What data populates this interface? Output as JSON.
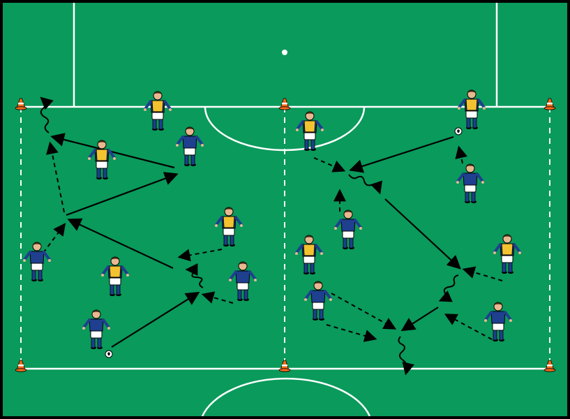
{
  "colors": {
    "pitch": "#0a9a5b",
    "lines": "#ffffff",
    "team_a_shirt": "#1f3f8f",
    "team_b_bib": "#f2c230",
    "shorts": "#ffffff",
    "cone": "#f26a1b",
    "arrow": "#000000"
  },
  "legend": {
    "solid_arrow": "pass",
    "dashed_arrow": "run-without-ball",
    "wavy_arrow": "dribble"
  },
  "icons": [
    "cone-icon",
    "player-icon",
    "ball-icon",
    "arrowhead-icon"
  ]
}
